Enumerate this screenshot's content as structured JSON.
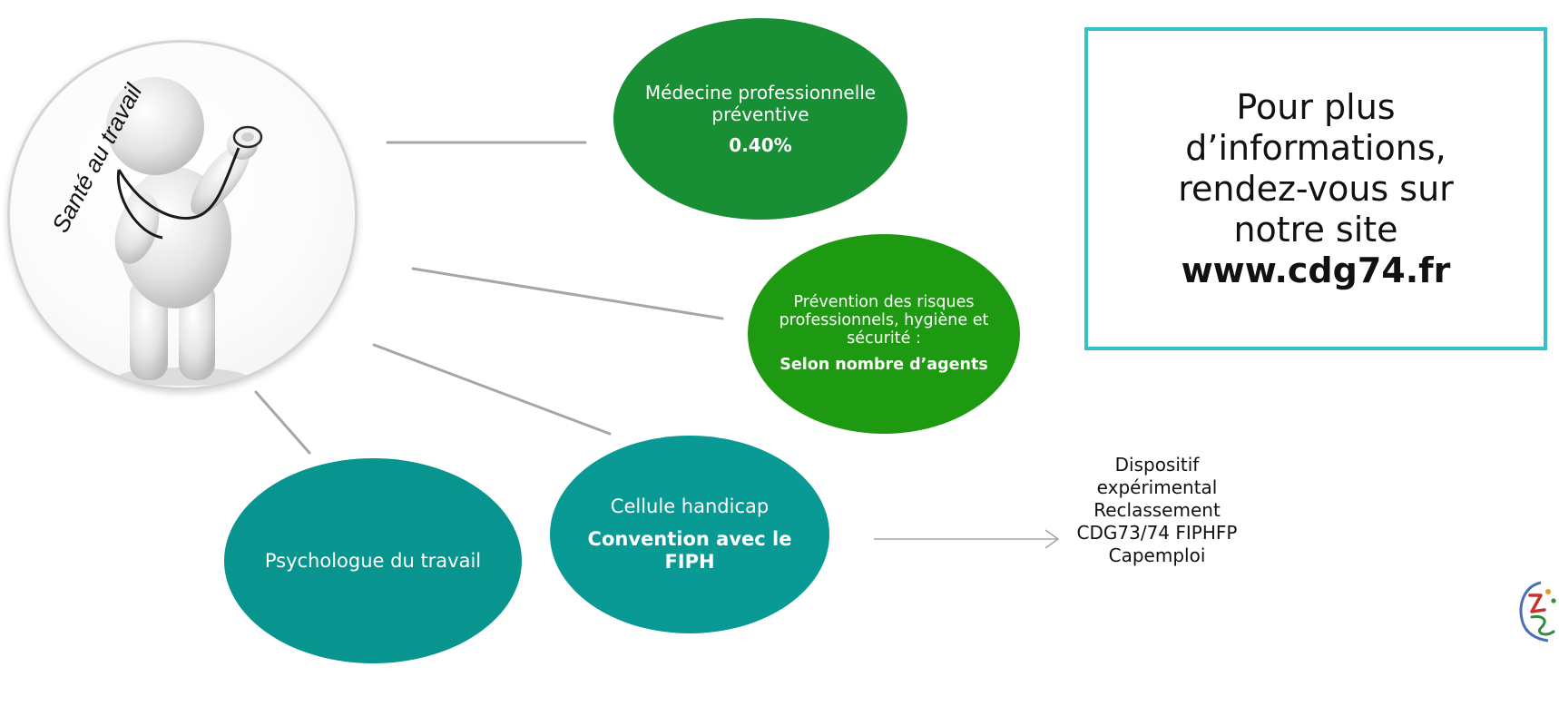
{
  "hub": {
    "label": "Santé au travail",
    "icon": "stethoscope-figure-icon"
  },
  "nodes": {
    "medecine": {
      "title": "Médecine professionnelle préventive",
      "detail": "0.40%",
      "color": "#198f35"
    },
    "prevention": {
      "title": "Prévention des risques professionnels, hygiène et sécurité :",
      "detail": "Selon nombre d’agents",
      "color": "#1e9a12"
    },
    "psychologue": {
      "title": "Psychologue du travail",
      "color": "#089590"
    },
    "cellule": {
      "title": "Cellule handicap",
      "detail": "Convention avec le FIPH",
      "color": "#0a9a95"
    }
  },
  "info_box": {
    "line1": "Pour plus",
    "line2": "d’informations,",
    "line3": "rendez-vous sur",
    "line4": "notre site",
    "url": "www.cdg74.fr",
    "border_color": "#36c0c8"
  },
  "dispositif": {
    "line1": "Dispositif",
    "line2": "expérimental",
    "line3": "Reclassement",
    "line4": "CDG73/74 FIPHFP",
    "line5": "Capemploi"
  },
  "logo": {
    "icon": "organization-logo-icon"
  }
}
